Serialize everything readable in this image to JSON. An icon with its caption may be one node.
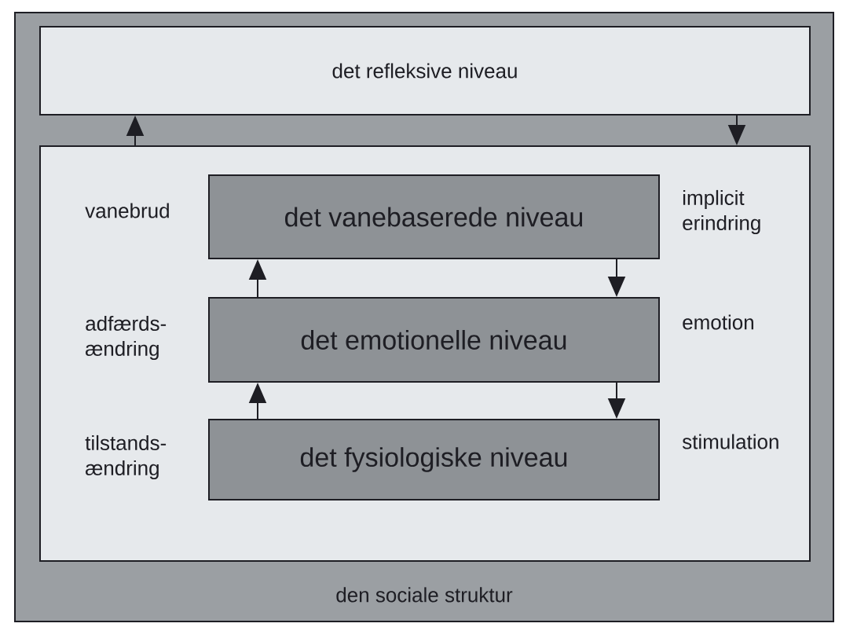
{
  "diagram": {
    "nodes": [
      {
        "text": [
          "den sociale struktur"
        ]
      },
      {
        "text": [
          "det refleksive niveau"
        ],
        "in": 0
      },
      {
        "text": [],
        "shape": "box",
        "in": 0
      },
      {
        "text": [
          "det vanebaserede niveau"
        ],
        "in": 2
      },
      {
        "text": [
          "det emotionelle niveau"
        ],
        "in": 2
      },
      {
        "text": [
          "det fysiologiske niveau"
        ],
        "in": 2
      }
    ],
    "edges": [
      {
        "from": 2,
        "to": 1,
        "arrow": "to"
      },
      {
        "from": 1,
        "to": 2,
        "arrow": "to"
      },
      {
        "from": 4,
        "to": 3,
        "arrow": "to"
      },
      {
        "from": 3,
        "to": 4,
        "arrow": "to"
      },
      {
        "from": 5,
        "to": 4,
        "arrow": "to"
      },
      {
        "from": 4,
        "to": 5,
        "arrow": "to"
      }
    ],
    "labels": [
      "vanebrud",
      "implicit erindring",
      "adfærds- ændring",
      "emotion",
      "tilstands- ændring",
      "stimulation"
    ]
  }
}
